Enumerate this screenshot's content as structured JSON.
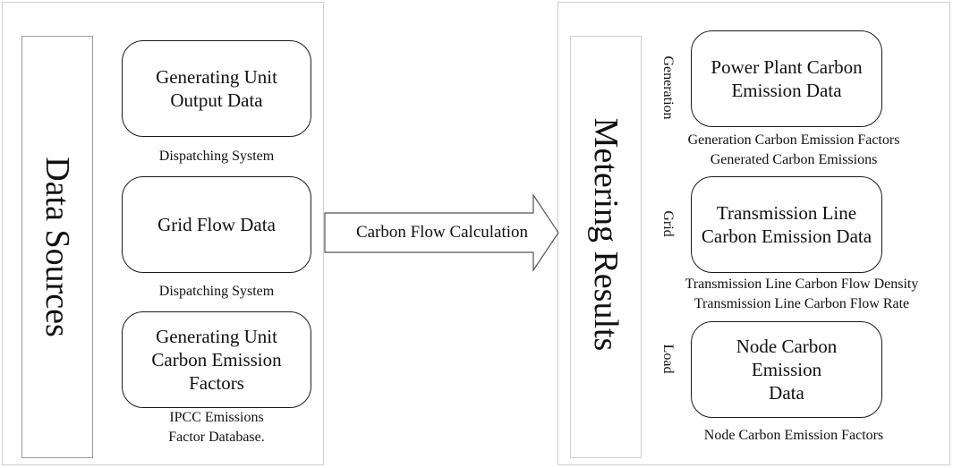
{
  "left": {
    "title": "Data Sources",
    "items": [
      {
        "box": "Generating Unit\nOutput Data",
        "caption": "Dispatching System"
      },
      {
        "box": "Grid Flow Data",
        "caption": "Dispatching System"
      },
      {
        "box": "Generating Unit\nCarbon Emission\nFactors",
        "caption": "IPCC Emissions\nFactor Database."
      }
    ]
  },
  "arrow": {
    "label": "Carbon Flow Calculation"
  },
  "right": {
    "title": "Metering Results",
    "items": [
      {
        "side": "Generation",
        "box": "Power Plant Carbon\nEmission Data",
        "caption": "Generation Carbon Emission Factors\nGenerated Carbon Emissions"
      },
      {
        "side": "Grid",
        "box": "Transmission Line\nCarbon Emission Data",
        "caption": "Transmission Line Carbon Flow Density\nTransmission Line Carbon Flow Rate"
      },
      {
        "side": "Load",
        "box": "Node Carbon Emission\nData",
        "caption": "Node Carbon Emission Factors"
      }
    ]
  }
}
